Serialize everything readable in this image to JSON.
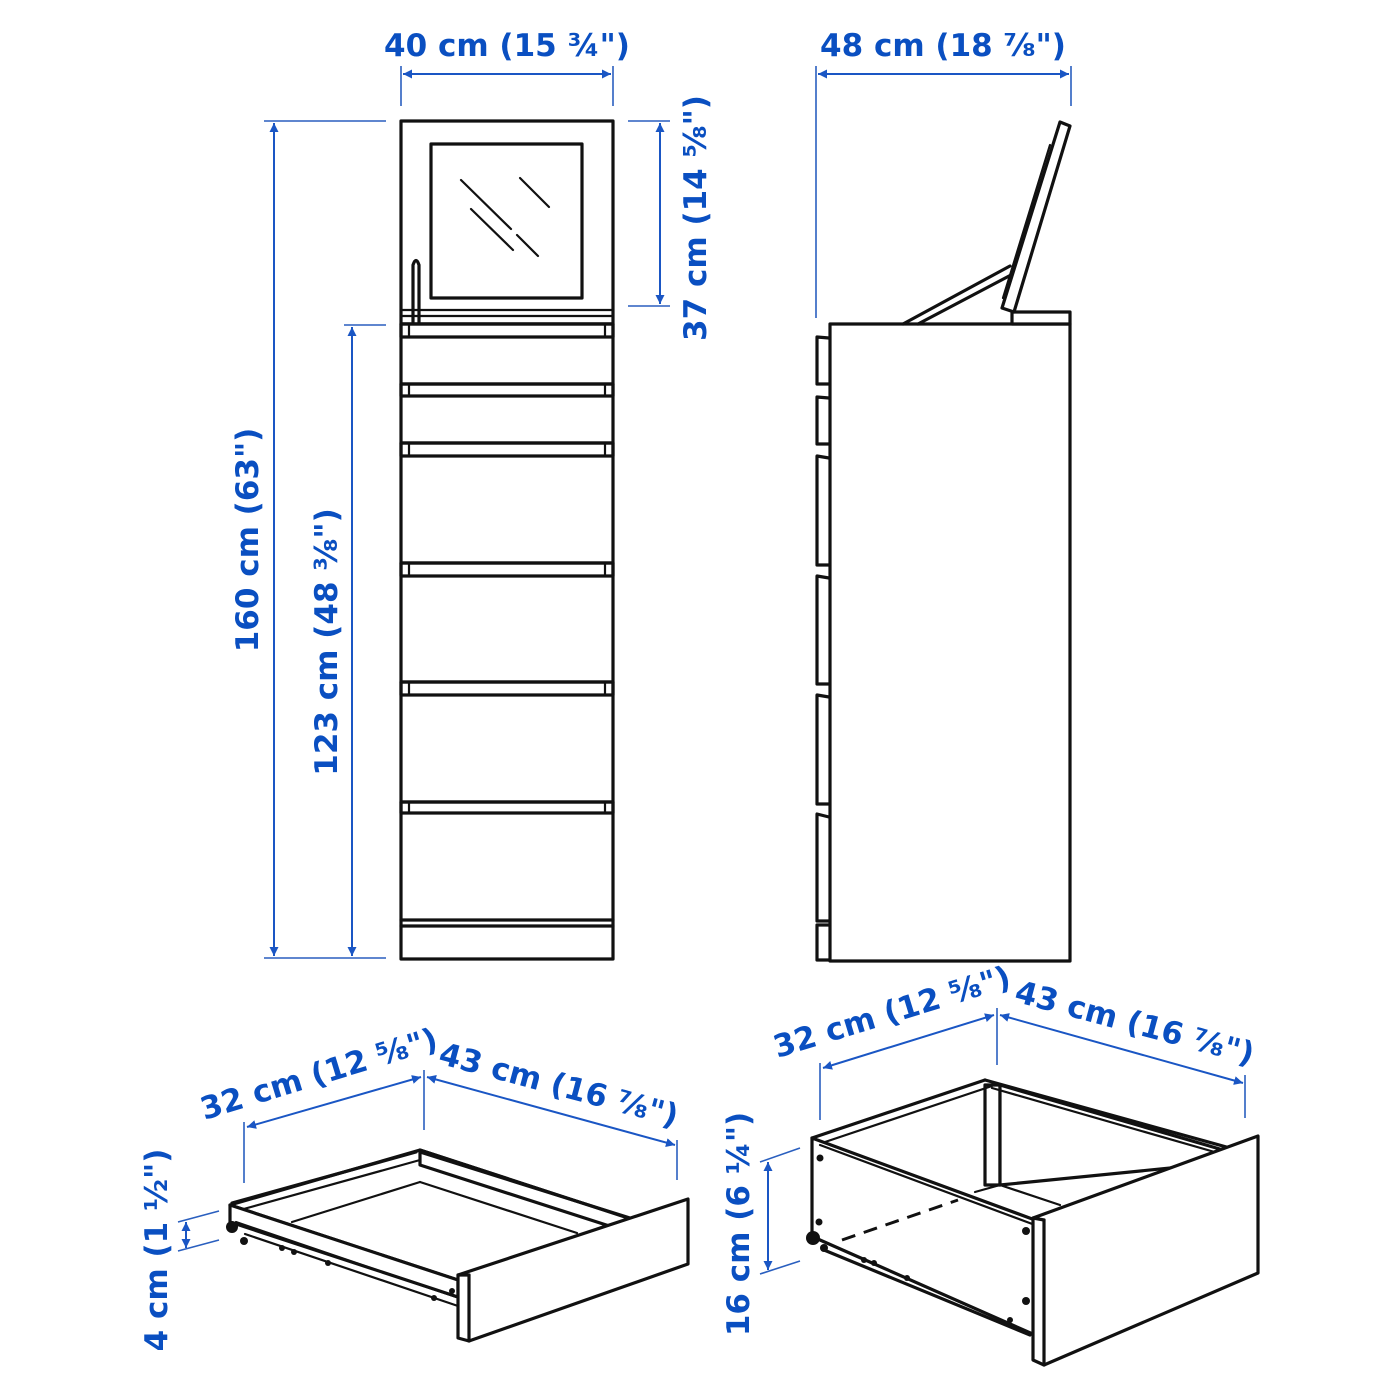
{
  "diagram": {
    "type": "furniture-dimension-drawing",
    "line_color": "#111111",
    "dimension_color": "#1a56c4",
    "front_view": {
      "width_label": "40 cm (15 ¾\")",
      "total_height_label": "160 cm (63\")",
      "cabinet_height_label": "123 cm (48 ⅜\")",
      "top_unit_height_label": "37 cm (14 ⅝\")",
      "drawer_count": 6
    },
    "side_view": {
      "depth_label": "48 cm (18 ⅞\")"
    },
    "small_drawer": {
      "width_label": "32 cm (12 ⅝\")",
      "depth_label": "43 cm (16 ⅞\")",
      "height_label": "4 cm (1 ½\")"
    },
    "large_drawer": {
      "width_label": "32 cm (12 ⅝\")",
      "depth_label": "43 cm (16 ⅞\")",
      "height_label": "16 cm (6 ¼\")"
    }
  }
}
